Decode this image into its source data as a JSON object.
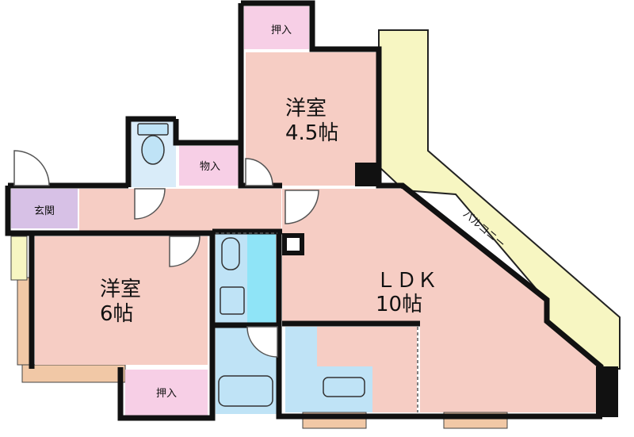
{
  "rooms": {
    "western_small": {
      "name": "洋室",
      "size": "4.5帖"
    },
    "western_large": {
      "name": "洋室",
      "size": "6帖"
    },
    "ldk": {
      "name": "ＬＤＫ",
      "size": "10帖"
    }
  },
  "closets": {
    "top": "押入",
    "bottom": "押入",
    "storage": "物入"
  },
  "entrance": "玄関",
  "balcony": "バルコニー",
  "colors": {
    "room": "#f6cdc4",
    "closet": "#f7cfe6",
    "entrance": "#d7c1e6",
    "balcony": "#f7f6c2",
    "wet": "#bfe3f6",
    "bath": "#8fe4f7",
    "wall": "#111111",
    "wood": "#f1c8a6"
  }
}
